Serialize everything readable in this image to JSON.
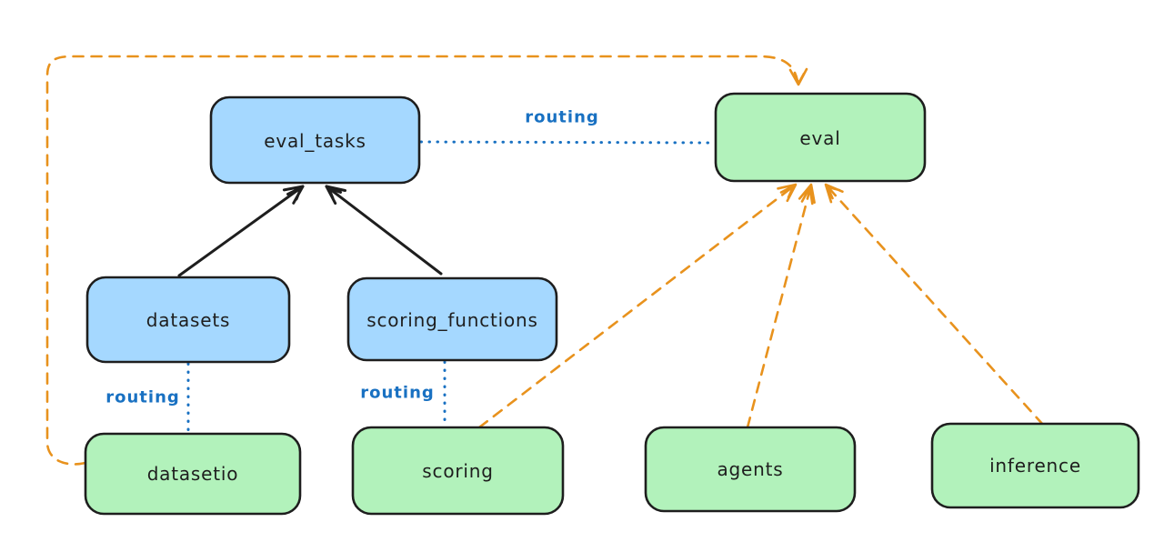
{
  "diagram": {
    "background": "#ffffff",
    "colors": {
      "box_stroke": "#1e1e1e",
      "blue_fill": "#a5d8ff",
      "green_fill": "#b2f2bb",
      "orange": "#e8921d",
      "routing_blue": "#1971c2",
      "black_arrow": "#1e1e1e",
      "label_text": "#1e1e1e"
    },
    "nodes": {
      "eval_tasks": {
        "label": "eval_tasks",
        "fill": "#a5d8ff"
      },
      "eval": {
        "label": "eval",
        "fill": "#b2f2bb"
      },
      "datasets": {
        "label": "datasets",
        "fill": "#a5d8ff"
      },
      "scoring_functions": {
        "label": "scoring_functions",
        "fill": "#a5d8ff"
      },
      "datasetio": {
        "label": "datasetio",
        "fill": "#b2f2bb"
      },
      "scoring": {
        "label": "scoring",
        "fill": "#b2f2bb"
      },
      "agents": {
        "label": "agents",
        "fill": "#b2f2bb"
      },
      "inference": {
        "label": "inference",
        "fill": "#b2f2bb"
      }
    },
    "edges": [
      {
        "from": "datasets",
        "to": "eval_tasks",
        "style": "solid-arrow",
        "color": "#1e1e1e"
      },
      {
        "from": "scoring_functions",
        "to": "eval_tasks",
        "style": "solid-arrow",
        "color": "#1e1e1e"
      },
      {
        "from": "eval_tasks",
        "to": "eval",
        "style": "dotted",
        "label": "routing",
        "color": "#1971c2"
      },
      {
        "from": "datasets",
        "to": "datasetio",
        "style": "dotted",
        "label": "routing",
        "color": "#1971c2"
      },
      {
        "from": "scoring_functions",
        "to": "scoring",
        "style": "dotted",
        "label": "routing",
        "color": "#1971c2"
      },
      {
        "from": "datasetio",
        "to": "eval",
        "style": "dashed-arrow",
        "color": "#e8921d"
      },
      {
        "from": "scoring",
        "to": "eval",
        "style": "dashed-arrow",
        "color": "#e8921d"
      },
      {
        "from": "agents",
        "to": "eval",
        "style": "dashed-arrow",
        "color": "#e8921d"
      },
      {
        "from": "inference",
        "to": "eval",
        "style": "dashed-arrow",
        "color": "#e8921d"
      }
    ]
  }
}
